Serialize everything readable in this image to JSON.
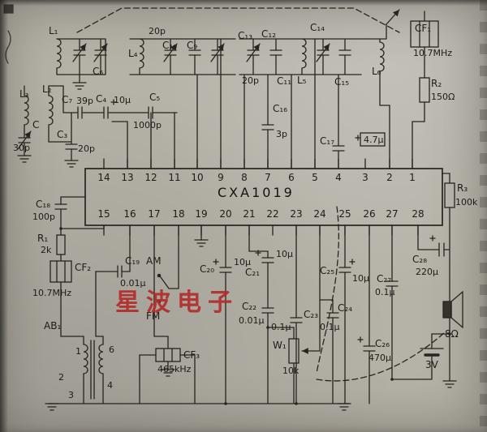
{
  "ic": {
    "name": "CXA1019",
    "pins_top": [
      "14",
      "13",
      "12",
      "11",
      "10",
      "9",
      "8",
      "7",
      "6",
      "5",
      "4",
      "3",
      "2",
      "1"
    ],
    "pins_bottom": [
      "15",
      "16",
      "17",
      "18",
      "19",
      "20",
      "21",
      "22",
      "23",
      "24",
      "25",
      "26",
      "27",
      "28"
    ]
  },
  "watermark": "星波电子",
  "colors": {
    "paper": "#b5b2a8",
    "ink": "#26241f",
    "watermark_red": "#b22d2a"
  },
  "labels": {
    "l1": "L₁",
    "c6": "C₆",
    "p20a": "20p",
    "l4": "L₄",
    "c10": "C₁₀",
    "c9": "C₉",
    "c13": "C₁₃",
    "c12": "C₁₂",
    "c14": "C₁₄",
    "p20b": "20p",
    "c11": "C₁₁",
    "l5": "L₅",
    "c15": "C₁₅",
    "l6": "L₆",
    "cf1": "CF₁",
    "cf1v": "10.7MHz",
    "r2": "R₂",
    "r2v": "150Ω",
    "l3": "L₃",
    "l2": "L₂",
    "c7": "C₇",
    "c7v": "39p",
    "c4": "C₄",
    "c4v": "10μ",
    "c5": "C₅",
    "c5v": "1000p",
    "cvar": "C",
    "cvarv": "30p",
    "c3": "C₃",
    "c3v": "20p",
    "c16": "C₁₆",
    "c16v": "3p",
    "c17": "C₁₇",
    "c17v": "4.7μ",
    "r3": "R₃",
    "r3v": "100k",
    "c18": "C₁₈",
    "c18v": "100p",
    "r1": "R₁",
    "r1v": "2k",
    "cf2": "CF₂",
    "cf2v": "10.7MHz",
    "c19": "C₁₉",
    "c19v": "0.01μ",
    "am": "AM",
    "fm": "FM",
    "ab1": "AB₁",
    "t1": "1",
    "t2": "2",
    "t3": "3",
    "t4": "4",
    "t6": "6",
    "cf3": "CF₃",
    "cf3v": "465kHz",
    "c20": "C₂₀",
    "c20v": "10μ",
    "c21": "C₂₁",
    "c21v": "10μ",
    "c22": "C₂₂",
    "c22v": "0.01μ",
    "c23": "C₂₃",
    "c23v": "0.1μ",
    "c24": "C₂₄",
    "c24v": "0.1μ",
    "c25": "C₂₅",
    "c25v": "10μ",
    "c26": "C₂₆",
    "c26v": "470μ",
    "c27": "C₂₇",
    "c27v": "0.1μ",
    "c28": "C₂₈",
    "c28v": "220μ",
    "w1": "W₁",
    "w1v": "10k",
    "spk": "8Ω",
    "batt": "3V"
  }
}
